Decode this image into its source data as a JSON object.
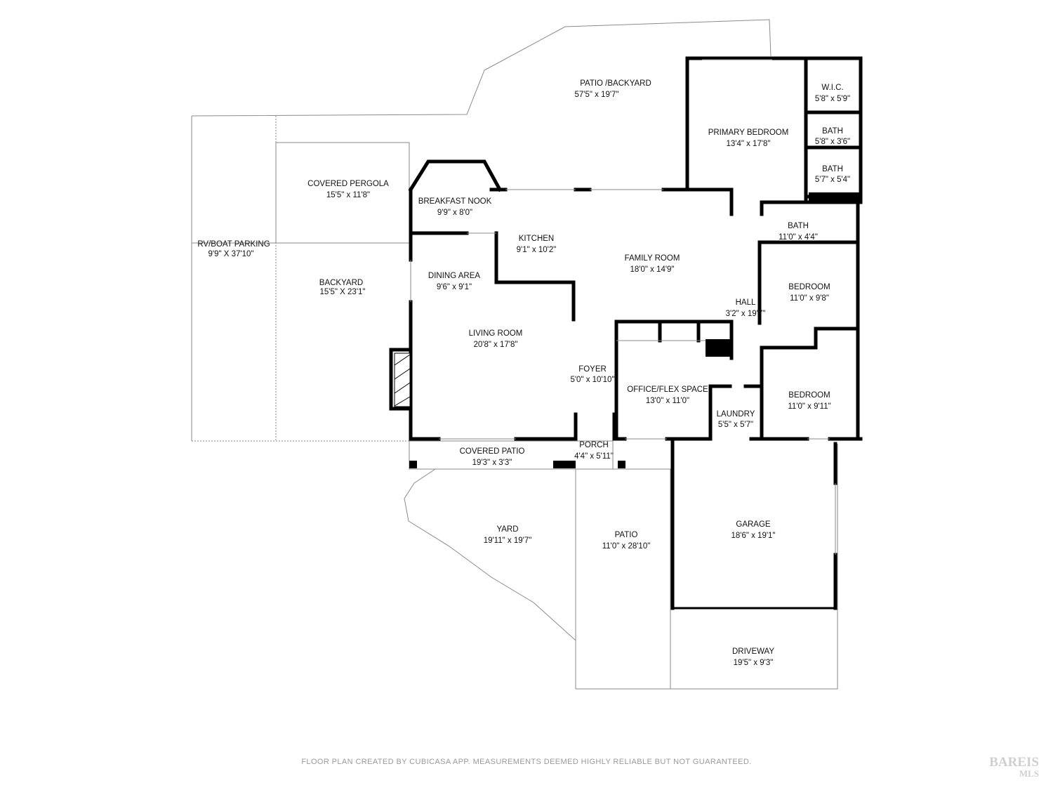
{
  "rooms": {
    "patio_backyard": {
      "name": "PATIO /BACKYARD",
      "dims": "57'5\" x 19'7\""
    },
    "wic": {
      "name": "W.I.C.",
      "dims": "5'8\" x 5'9\""
    },
    "primary_bedroom": {
      "name": "PRIMARY BEDROOM",
      "dims": "13'4\" x 17'8\""
    },
    "bath_1": {
      "name": "BATH",
      "dims": "5'8\" x 3'6\""
    },
    "bath_2": {
      "name": "BATH",
      "dims": "5'7\" x 5'4\""
    },
    "covered_pergola": {
      "name": "COVERED PERGOLA",
      "dims": "15'5\" x 11'8\""
    },
    "breakfast_nook": {
      "name": "BREAKFAST NOOK",
      "dims": "9'9\" x 8'0\""
    },
    "bath_3": {
      "name": "BATH",
      "dims": "11'0\" x 4'4\""
    },
    "kitchen": {
      "name": "KITCHEN",
      "dims": "9'1\" x 10'2\""
    },
    "rv_boat_parking": {
      "name": "RV/BOAT PARKING",
      "dims": "9'9\" X 37'10\""
    },
    "family_room": {
      "name": "FAMILY ROOM",
      "dims": "18'0\" x 14'9\""
    },
    "dining_area": {
      "name": "DINING AREA",
      "dims": "9'6\" x 9'1\""
    },
    "backyard": {
      "name": "BACKYARD",
      "dims": "15'5\" X 23'1\""
    },
    "bedroom_1": {
      "name": "BEDROOM",
      "dims": "11'0\" x 9'8\""
    },
    "hall": {
      "name": "HALL",
      "dims": "3'2\" x 19'7\""
    },
    "living_room": {
      "name": "LIVING ROOM",
      "dims": "20'8\" x 17'8\""
    },
    "foyer": {
      "name": "FOYER",
      "dims": "5'0\" x 10'10\""
    },
    "office": {
      "name": "OFFICE/FLEX SPACE",
      "dims": "13'0\" x 11'0\""
    },
    "bedroom_2": {
      "name": "BEDROOM",
      "dims": "11'0\" x 9'11\""
    },
    "laundry": {
      "name": "LAUNDRY",
      "dims": "5'5\" x 5'7\""
    },
    "covered_patio": {
      "name": "COVERED PATIO",
      "dims": "19'3\" x 3'3\""
    },
    "porch": {
      "name": "PORCH",
      "dims": "4'4\" x 5'11\""
    },
    "yard": {
      "name": "YARD",
      "dims": "19'11\" x 19'7\""
    },
    "patio": {
      "name": "PATIO",
      "dims": "11'0\" x 28'10\""
    },
    "garage": {
      "name": "GARAGE",
      "dims": "18'6\" x 19'1\""
    },
    "driveway": {
      "name": "DRIVEWAY",
      "dims": "19'5\" x 9'3\""
    }
  },
  "footer": "FLOOR PLAN CREATED BY CUBICASA APP. MEASUREMENTS DEEMED HIGHLY RELIABLE BUT NOT GUARANTEED.",
  "watermark": {
    "top": "BAREIS",
    "bottom": "MLS"
  },
  "colors": {
    "wall": "#000000",
    "outline": "#8a8a8a",
    "label": "#111111",
    "footer": "#9a9a9a"
  }
}
